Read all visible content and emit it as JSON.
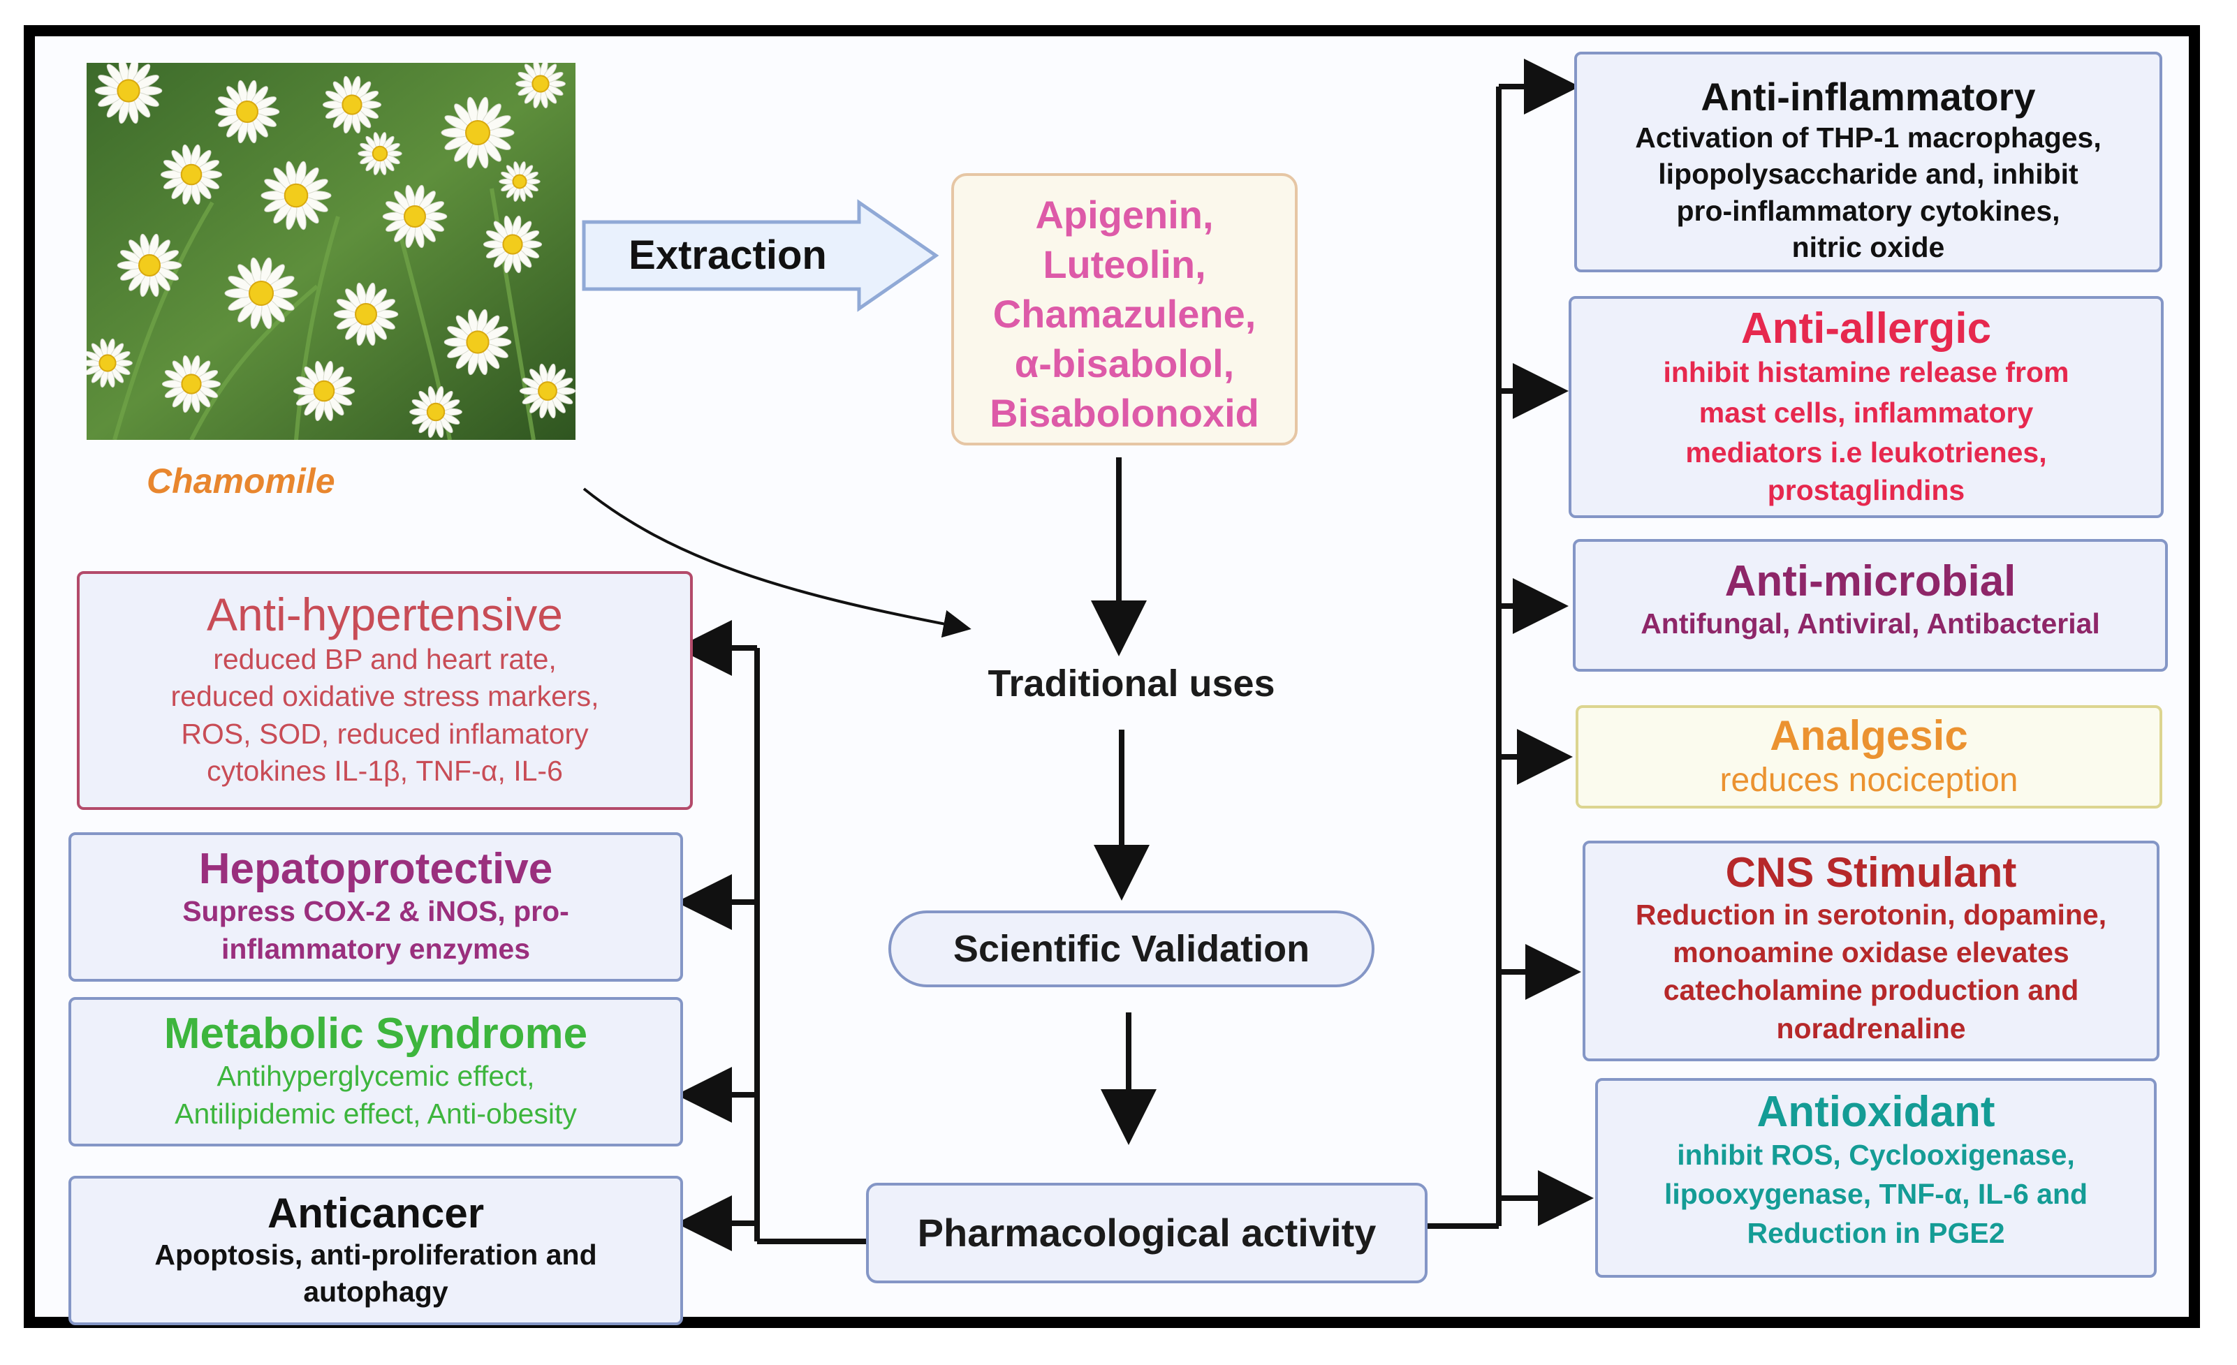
{
  "plant": {
    "caption": "Chamomile",
    "extraction_label": "Extraction"
  },
  "compounds": [
    "Apigenin,",
    "Luteolin,",
    "Chamazulene,",
    "α-bisabolol,",
    "Bisabolonoxid"
  ],
  "flow": {
    "traditional": "Traditional uses",
    "validation": "Scientific Validation",
    "pharmacological": "Pharmacological activity"
  },
  "left_activities": [
    {
      "title": "Anti-hypertensive",
      "lines": [
        "reduced BP and heart rate,",
        "reduced oxidative stress markers,",
        "ROS, SOD, reduced inflamatory",
        "cytokines IL-1β, TNF-α, IL-6"
      ],
      "color": "#c84c56",
      "border": "#b34a6a"
    },
    {
      "title": "Hepatoprotective",
      "lines": [
        "Supress COX-2 & iNOS, pro-",
        "inflammatory enzymes"
      ],
      "color": "#9a2f7d",
      "border": "#8496c6"
    },
    {
      "title": "Metabolic Syndrome",
      "lines": [
        "Antihyperglycemic effect,",
        "Antilipidemic effect, Anti-obesity"
      ],
      "color": "#3db53d",
      "border": "#8496c6"
    },
    {
      "title": "Anticancer",
      "lines": [
        "Apoptosis, anti-proliferation and",
        "autophagy"
      ],
      "color": "#111111",
      "border": "#8496c6"
    }
  ],
  "right_activities": [
    {
      "title": "Anti-inflammatory",
      "lines": [
        "Activation of THP-1 macrophages,",
        "lipopolysaccharide and, inhibit",
        "pro-inflammatory cytokines,",
        "nitric oxide"
      ],
      "color": "#111111",
      "border": "#8496c6"
    },
    {
      "title": "Anti-allergic",
      "lines": [
        "inhibit histamine release from",
        "mast cells, inflammatory",
        "mediators   i.e leukotrienes,",
        "prostaglindins"
      ],
      "color": "#e6284e",
      "border": "#8496c6"
    },
    {
      "title": "Anti-microbial",
      "lines": [
        "Antifungal, Antiviral, Antibacterial"
      ],
      "color": "#8e2668",
      "border": "#8496c6"
    },
    {
      "title": "Analgesic",
      "lines": [
        "reduces nociception"
      ],
      "color": "#eb9230",
      "border": "#dcd590"
    },
    {
      "title": "CNS Stimulant",
      "lines": [
        "Reduction in serotonin, dopamine,",
        "monoamine oxidase elevates",
        "catecholamine production and",
        "noradrenaline"
      ],
      "color": "#b6282a",
      "border": "#8496c6"
    },
    {
      "title": "Antioxidant",
      "lines": [
        "inhibit ROS, Cyclooxigenase,",
        "lipooxygenase, TNF-α, IL-6 and",
        "Reduction in PGE2"
      ],
      "color": "#149c95",
      "border": "#8496c6"
    }
  ]
}
